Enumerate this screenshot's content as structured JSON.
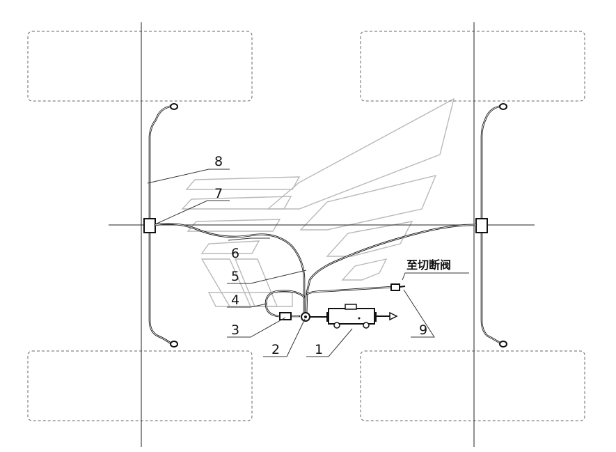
{
  "labels": {
    "p1": "1",
    "p2": "2",
    "p3": "3",
    "p4": "4",
    "p5": "5",
    "p6": "6",
    "p7": "7",
    "p8": "8",
    "p9": "9"
  },
  "note": "至切断阀"
}
